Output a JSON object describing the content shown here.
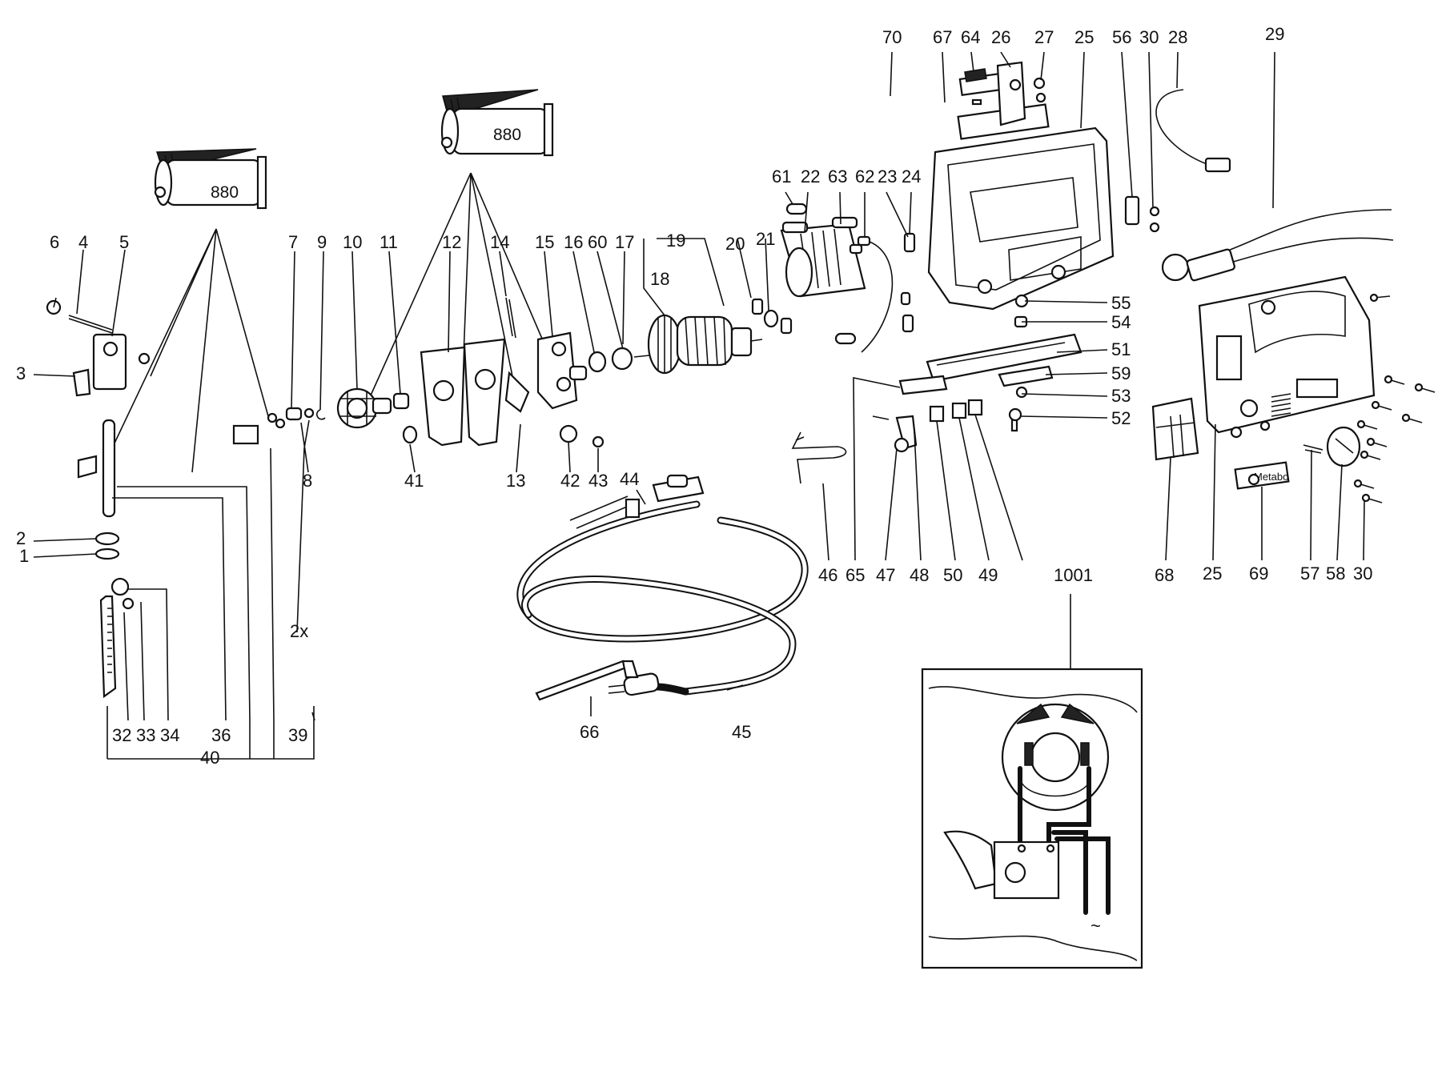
{
  "diagram": {
    "tube_label": "880",
    "brand_plate": "Metabo",
    "multiplier_note": "2x",
    "wiring_inset_label": "1001",
    "ac_symbol": "~",
    "callouts": {
      "p1": "1",
      "p2": "2",
      "p3": "3",
      "p4": "4",
      "p5": "5",
      "p6": "6",
      "p7": "7",
      "p8": "8",
      "p9": "9",
      "p10": "10",
      "p11": "11",
      "p12": "12",
      "p13": "13",
      "p14": "14",
      "p15": "15",
      "p16": "16",
      "p17": "17",
      "p18": "18",
      "p19": "19",
      "p20": "20",
      "p21": "21",
      "p22": "22",
      "p23": "23",
      "p24": "24",
      "p25": "25",
      "p26": "26",
      "p27": "27",
      "p28": "28",
      "p29": "29",
      "p30": "30",
      "p32": "32",
      "p33": "33",
      "p34": "34",
      "p36": "36",
      "p39": "39",
      "p40": "40",
      "p41": "41",
      "p42": "42",
      "p43": "43",
      "p44": "44",
      "p45": "45",
      "p46": "46",
      "p47": "47",
      "p48": "48",
      "p49": "49",
      "p50": "50",
      "p51": "51",
      "p52": "52",
      "p53": "53",
      "p54": "54",
      "p55": "55",
      "p56": "56",
      "p57": "57",
      "p58": "58",
      "p59": "59",
      "p60": "60",
      "p61": "61",
      "p62": "62",
      "p63": "63",
      "p64": "64",
      "p65": "65",
      "p66": "66",
      "p67": "67",
      "p68": "68",
      "p69": "69",
      "p70": "70"
    }
  }
}
